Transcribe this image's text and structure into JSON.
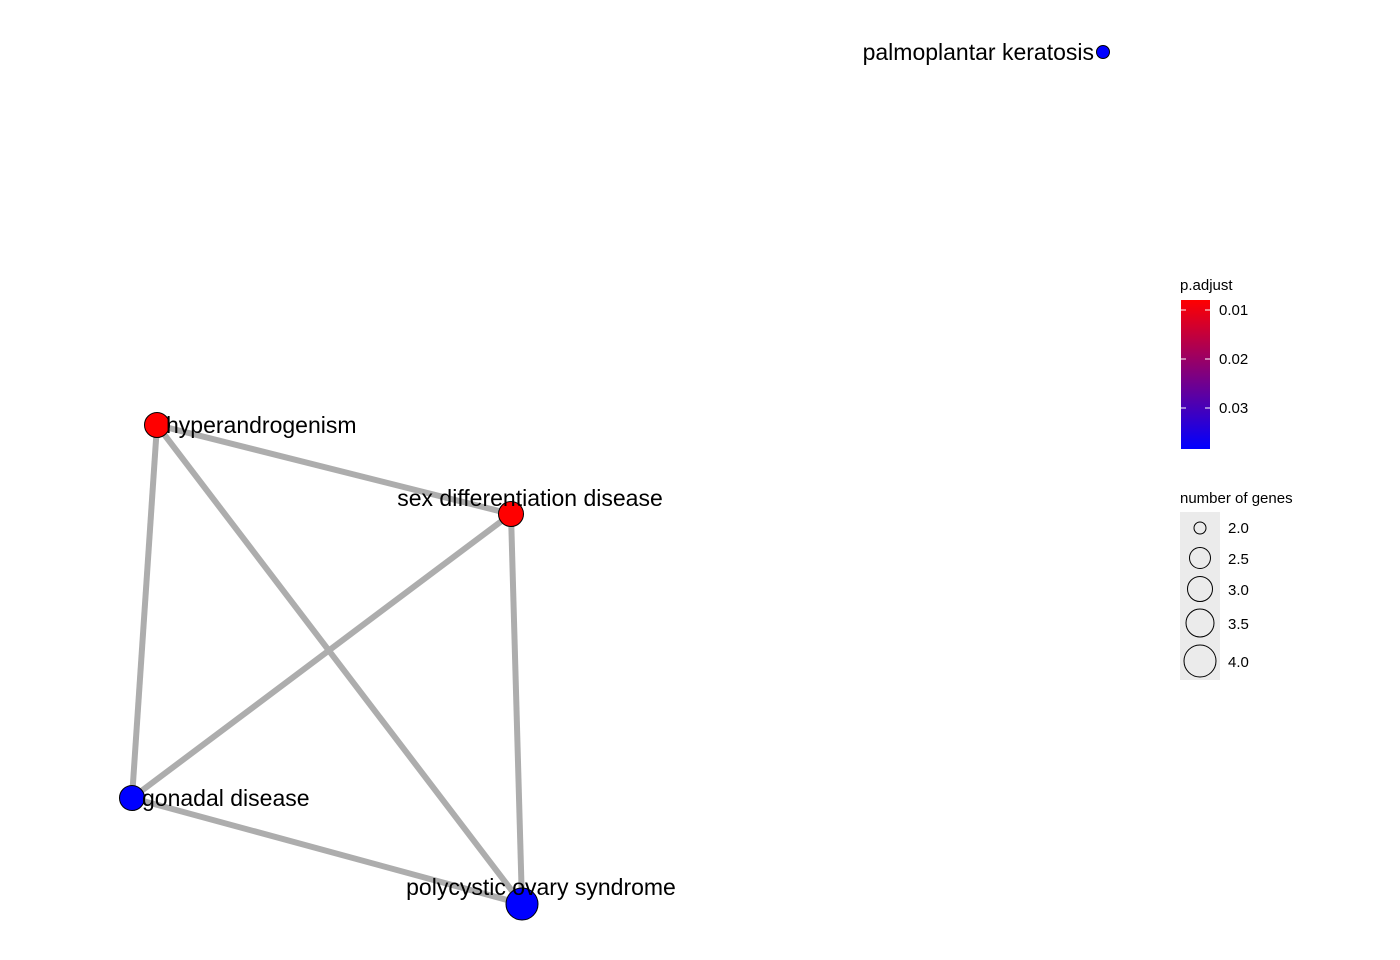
{
  "network": {
    "nodes": [
      {
        "id": "hyperandrogenism",
        "label": "hyperandrogenism",
        "p_adjust": 0.008,
        "genes": 3,
        "color": "#FF0000"
      },
      {
        "id": "sex-differentiation-disease",
        "label": "sex differentiation disease",
        "p_adjust": 0.008,
        "genes": 3,
        "color": "#FF0000"
      },
      {
        "id": "gonadal-disease",
        "label": "gonadal disease",
        "p_adjust": 0.038,
        "genes": 3,
        "color": "#0000FF"
      },
      {
        "id": "polycystic-ovary-syndrome",
        "label": "polycystic ovary syndrome",
        "p_adjust": 0.038,
        "genes": 4,
        "color": "#0000FF"
      },
      {
        "id": "palmoplantar-keratosis",
        "label": "palmoplantar keratosis",
        "p_adjust": 0.038,
        "genes": 2,
        "color": "#0000FF"
      }
    ],
    "edges": [
      {
        "source": "hyperandrogenism",
        "target": "sex-differentiation-disease"
      },
      {
        "source": "hyperandrogenism",
        "target": "gonadal-disease"
      },
      {
        "source": "hyperandrogenism",
        "target": "polycystic-ovary-syndrome"
      },
      {
        "source": "sex-differentiation-disease",
        "target": "gonadal-disease"
      },
      {
        "source": "sex-differentiation-disease",
        "target": "polycystic-ovary-syndrome"
      },
      {
        "source": "gonadal-disease",
        "target": "polycystic-ovary-syndrome"
      }
    ],
    "edge_color": "#ADADAD",
    "node_stroke": "#000000"
  },
  "legend": {
    "color": {
      "title": "p.adjust",
      "low_color": "#FF0000",
      "high_color": "#0000FF",
      "ticks": [
        "0.01",
        "0.02",
        "0.03"
      ]
    },
    "size": {
      "title": "number of genes",
      "items": [
        "2.0",
        "2.5",
        "3.0",
        "3.5",
        "4.0"
      ],
      "key_background": "#EBEBEB"
    }
  }
}
